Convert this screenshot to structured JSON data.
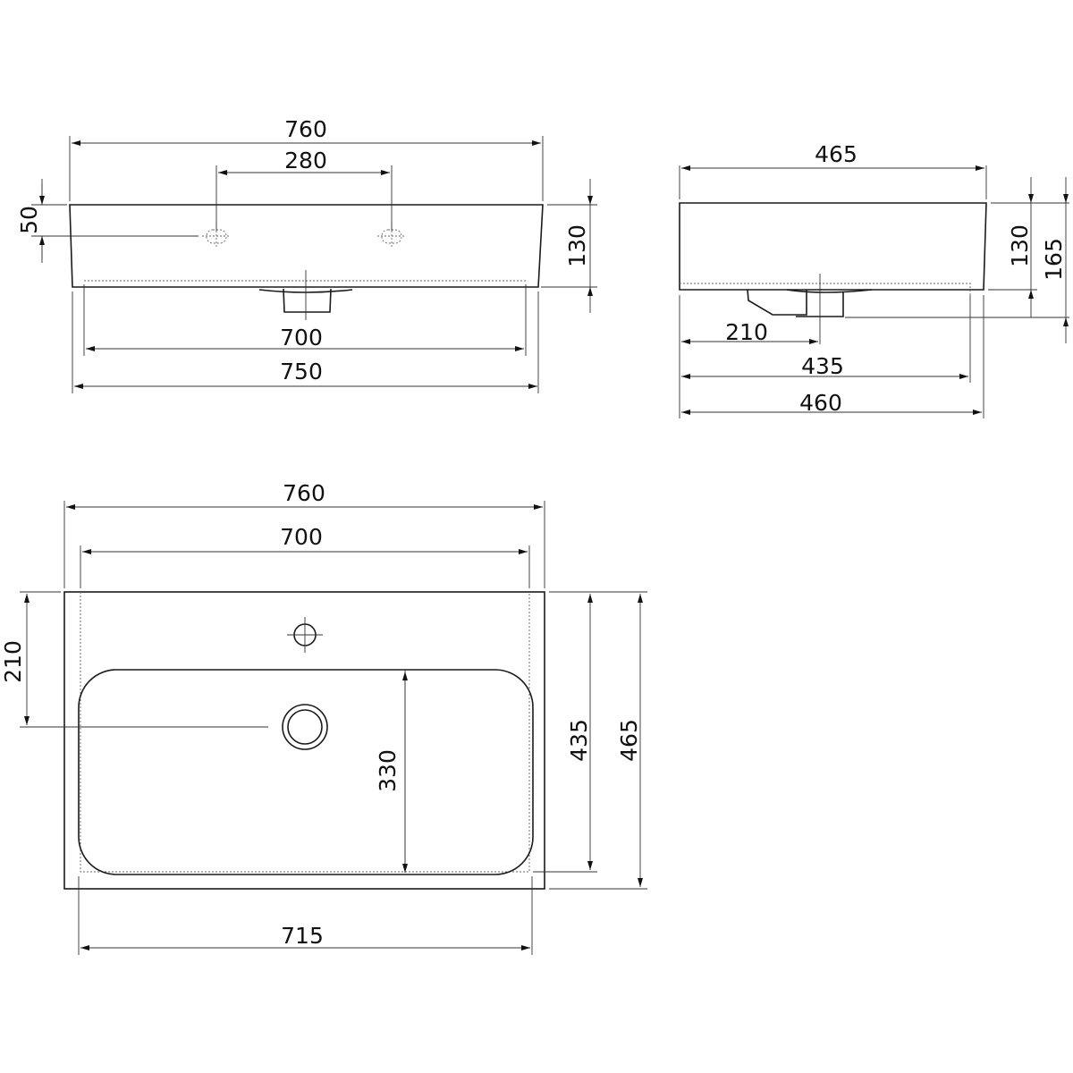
{
  "front_view": {
    "overall_width": "760",
    "tap_hole_spacing": "280",
    "tap_hole_height": "50",
    "height": "130",
    "inner_width": "700",
    "bottom_width": "750"
  },
  "side_view": {
    "depth": "465",
    "height": "130",
    "total_height": "165",
    "drain_offset": "210",
    "inner_depth": "435",
    "bottom_depth": "460"
  },
  "top_view": {
    "overall_width": "760",
    "inner_width": "700",
    "drain_offset": "210",
    "basin_depth": "330",
    "inner_depth": "435",
    "overall_depth": "465",
    "basin_width": "715"
  }
}
